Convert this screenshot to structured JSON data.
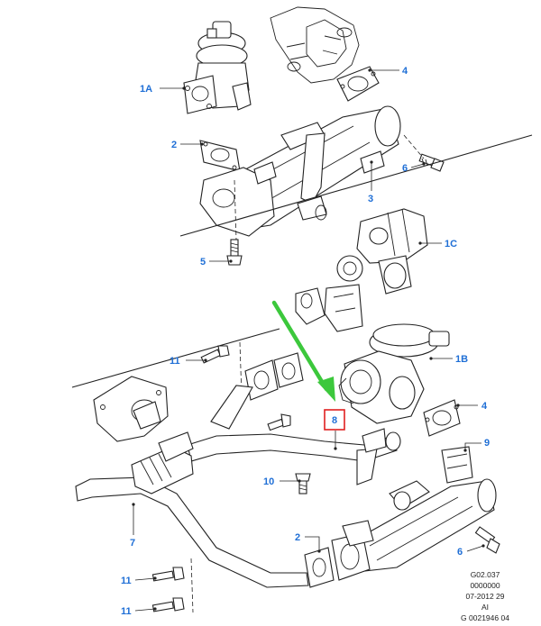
{
  "callouts": {
    "c1A": "1A",
    "c2_top": "2",
    "c3": "3",
    "c4_top": "4",
    "c5": "5",
    "c6_top": "6",
    "c1C": "1C",
    "c1B": "1B",
    "c11_mid": "11",
    "c8": "8",
    "c4_bottom": "4",
    "c9": "9",
    "c10": "10",
    "c7": "7",
    "c2_bottom": "2",
    "c6_bottom": "6",
    "c11_low1": "11",
    "c11_low2": "11"
  },
  "footer": {
    "line1": "G02.037",
    "line2": "0000000",
    "line3": "07-2012 29",
    "line4": "AI",
    "line5": "G 0021946 04"
  },
  "colors": {
    "callout": "#1f6fd6",
    "highlight_box": "#e02020",
    "arrow": "#3cc83c",
    "line": "#222222"
  }
}
